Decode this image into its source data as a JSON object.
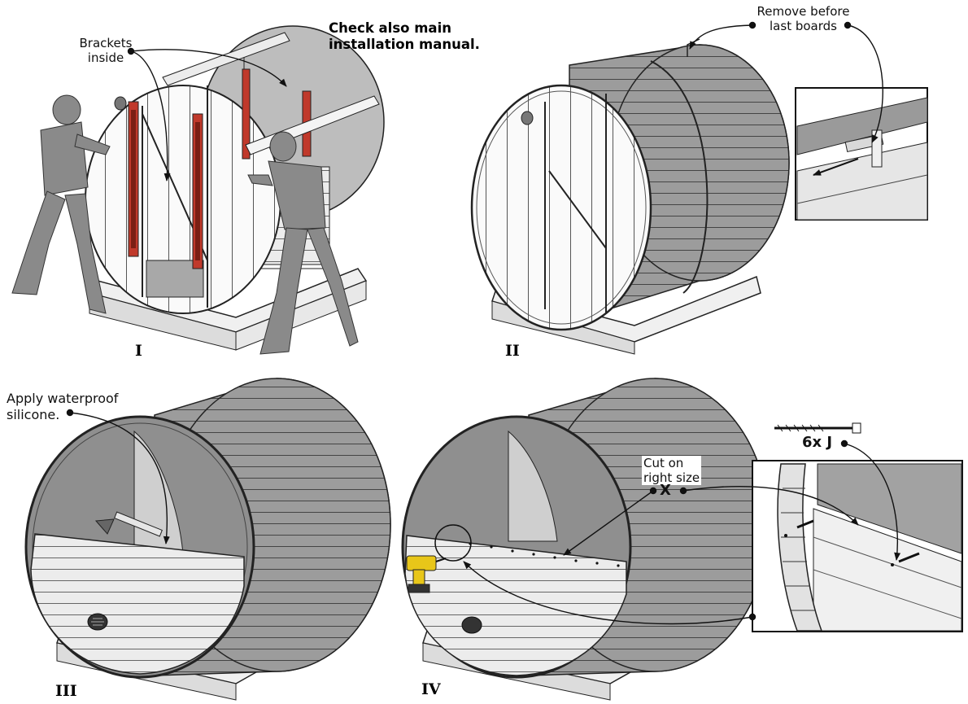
{
  "note": {
    "line1": "Check also main",
    "line2": "installation manual."
  },
  "steps": [
    {
      "numeral": "I"
    },
    {
      "numeral": "II"
    },
    {
      "numeral": "III"
    },
    {
      "numeral": "IV"
    }
  ],
  "callouts": {
    "brackets": {
      "line1": "Brackets",
      "line2": "inside"
    },
    "remove": {
      "line1": "Remove before",
      "line2": "last boards"
    },
    "silicone": {
      "line1": "Apply waterproof",
      "line2": "silicone."
    },
    "cut": {
      "line1": "Cut on",
      "line2": "right size",
      "marker": "X"
    },
    "screws": {
      "label": "6x J"
    }
  },
  "colors": {
    "wood_dark": "#8c8c8c",
    "wood_mid": "#b5b5b5",
    "wood_light": "#f2f2f2",
    "level_red": "#c0392b",
    "drill_yellow": "#e8c619",
    "figure_gray": "#8a8a8a"
  }
}
